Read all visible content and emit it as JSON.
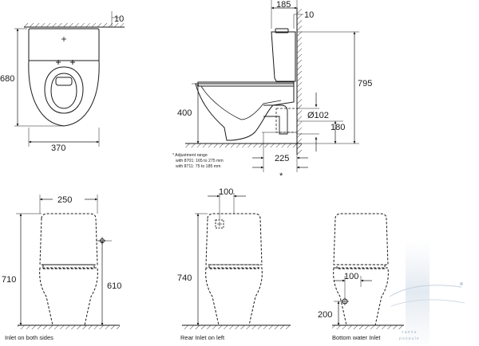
{
  "top_view": {
    "dims": {
      "tank_offset": "10",
      "depth": "680",
      "width": "370"
    }
  },
  "side_view": {
    "dims": {
      "cistern_top": "185",
      "wall_gap": "10",
      "total_height": "795",
      "seat_height": "400",
      "outlet_diameter": "Ø102",
      "outlet_height": "180",
      "outlet_distance": "225"
    },
    "footnote_marker": "*",
    "note_title": "* Adjustment range",
    "note_line_1": "with 8701: 165 to 275 mm",
    "note_line_2": "with 8711:   75 to 185 mm"
  },
  "front_views": [
    {
      "caption": "Inlet on both sides",
      "dims": {
        "inlet_spacing": "250",
        "height": "710",
        "inlet_height": "610"
      }
    },
    {
      "caption": "Rear Inlet on left",
      "dims": {
        "inlet_offset": "100",
        "height": "740"
      }
    },
    {
      "caption": "Bottom water Inlet",
      "dims": {
        "inlet_offset": "100",
        "inlet_height": "200"
      }
    }
  ],
  "watermark": {
    "line1": "vannu",
    "line2": "pasaule"
  },
  "colors": {
    "line": "#1a1a1a",
    "watermark": "#a8b6c4"
  }
}
